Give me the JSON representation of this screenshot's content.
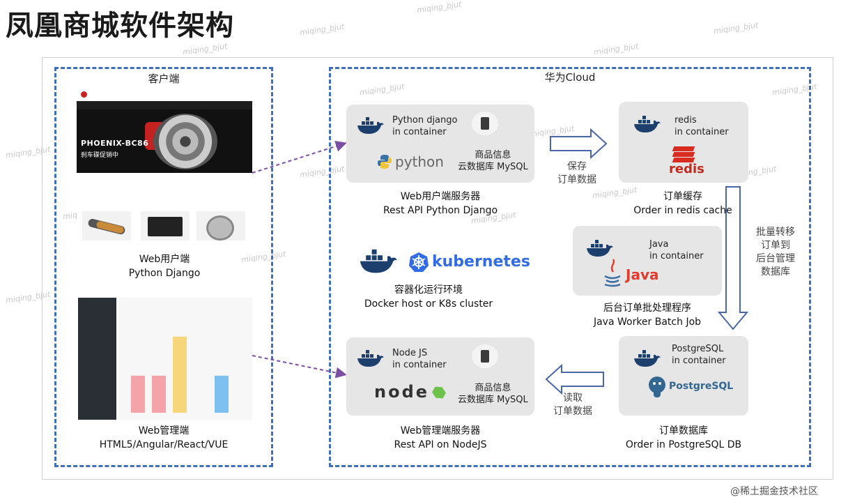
{
  "title": "凤凰商城软件架构",
  "client": {
    "label": "客户端",
    "shop": {
      "banner_line1": "PHOENIX-BC86",
      "banner_line2": "刹车碟促销中",
      "caption_line1": "Web用户端",
      "caption_line2": "Python Django"
    },
    "admin": {
      "caption_line1": "Web管理端",
      "caption_line2": "HTML5/Angular/React/VUE",
      "bars": [
        0.38,
        0.38,
        0.78,
        0.0,
        0.38
      ],
      "bar_colors": [
        "#f4a3a8",
        "#f4a3a8",
        "#f6d67a",
        "#dddddd",
        "#7fc1ee"
      ]
    }
  },
  "cloud": {
    "label": "华为Cloud",
    "python_server": {
      "line1": "Python django",
      "line2": "in container",
      "logo": "python",
      "db_line1": "商品信息",
      "db_line2": "云数据库 MySQL",
      "caption_line1": "Web用户端服务器",
      "caption_line2": "Rest API Python Django"
    },
    "redis": {
      "line1": "redis",
      "line2": "in container",
      "logo": "redis",
      "caption_line1": "订单缓存",
      "caption_line2": "Order in redis cache"
    },
    "save_arrow": {
      "line1": "保存",
      "line2": "订单数据"
    },
    "batch_arrow": {
      "line1": "批量转移",
      "line2": "订单到",
      "line3": "后台管理",
      "line4": "数据库"
    },
    "kubernetes": {
      "logo": "kubernetes",
      "caption_line1": "容器化运行环境",
      "caption_line2": "Docker host or K8s cluster"
    },
    "java": {
      "line1": "Java",
      "line2": "in container",
      "logo": "Java",
      "caption_line1": "后台订单批处理程序",
      "caption_line2": "Java Worker Batch Job"
    },
    "node_server": {
      "line1": "Node JS",
      "line2": "in container",
      "logo": "node",
      "db_line1": "商品信息",
      "db_line2": "云数据库 MySQL",
      "caption_line1": "Web管理端服务器",
      "caption_line2": "Rest API on NodeJS"
    },
    "read_arrow": {
      "line1": "读取",
      "line2": "订单数据"
    },
    "postgres": {
      "line1": "PostgreSQL",
      "line2": "in container",
      "logo": "PostgreSQL",
      "caption_line1": "订单数据库",
      "caption_line2": "Order in PostgreSQL DB"
    }
  },
  "watermark": "miqing_bjut",
  "footer": "@稀土掘金技术社区",
  "colors": {
    "dash_border": "#3f6fb8",
    "dotted_arrow": "#7b4fa3",
    "block_arrow": "#4a66a8"
  }
}
